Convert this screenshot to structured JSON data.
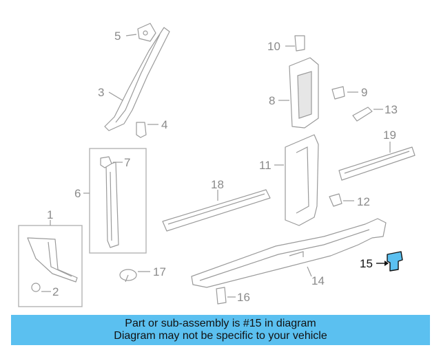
{
  "callouts": {
    "c1": "1",
    "c2": "2",
    "c3": "3",
    "c4": "4",
    "c5": "5",
    "c6": "6",
    "c7": "7",
    "c8": "8",
    "c9": "9",
    "c10": "10",
    "c11": "11",
    "c12": "12",
    "c13": "13",
    "c14": "14",
    "c15": "15",
    "c16": "16",
    "c17": "17",
    "c18": "18",
    "c19": "19"
  },
  "highlighted_part": "15",
  "colors": {
    "banner": "#5bc0f0",
    "highlight_part": "#5bc0f0",
    "outline": "#9a9a9a"
  },
  "banner": {
    "line1": "Part or sub-assembly is #15 in diagram",
    "line2": "Diagram may not be specific to your vehicle"
  }
}
